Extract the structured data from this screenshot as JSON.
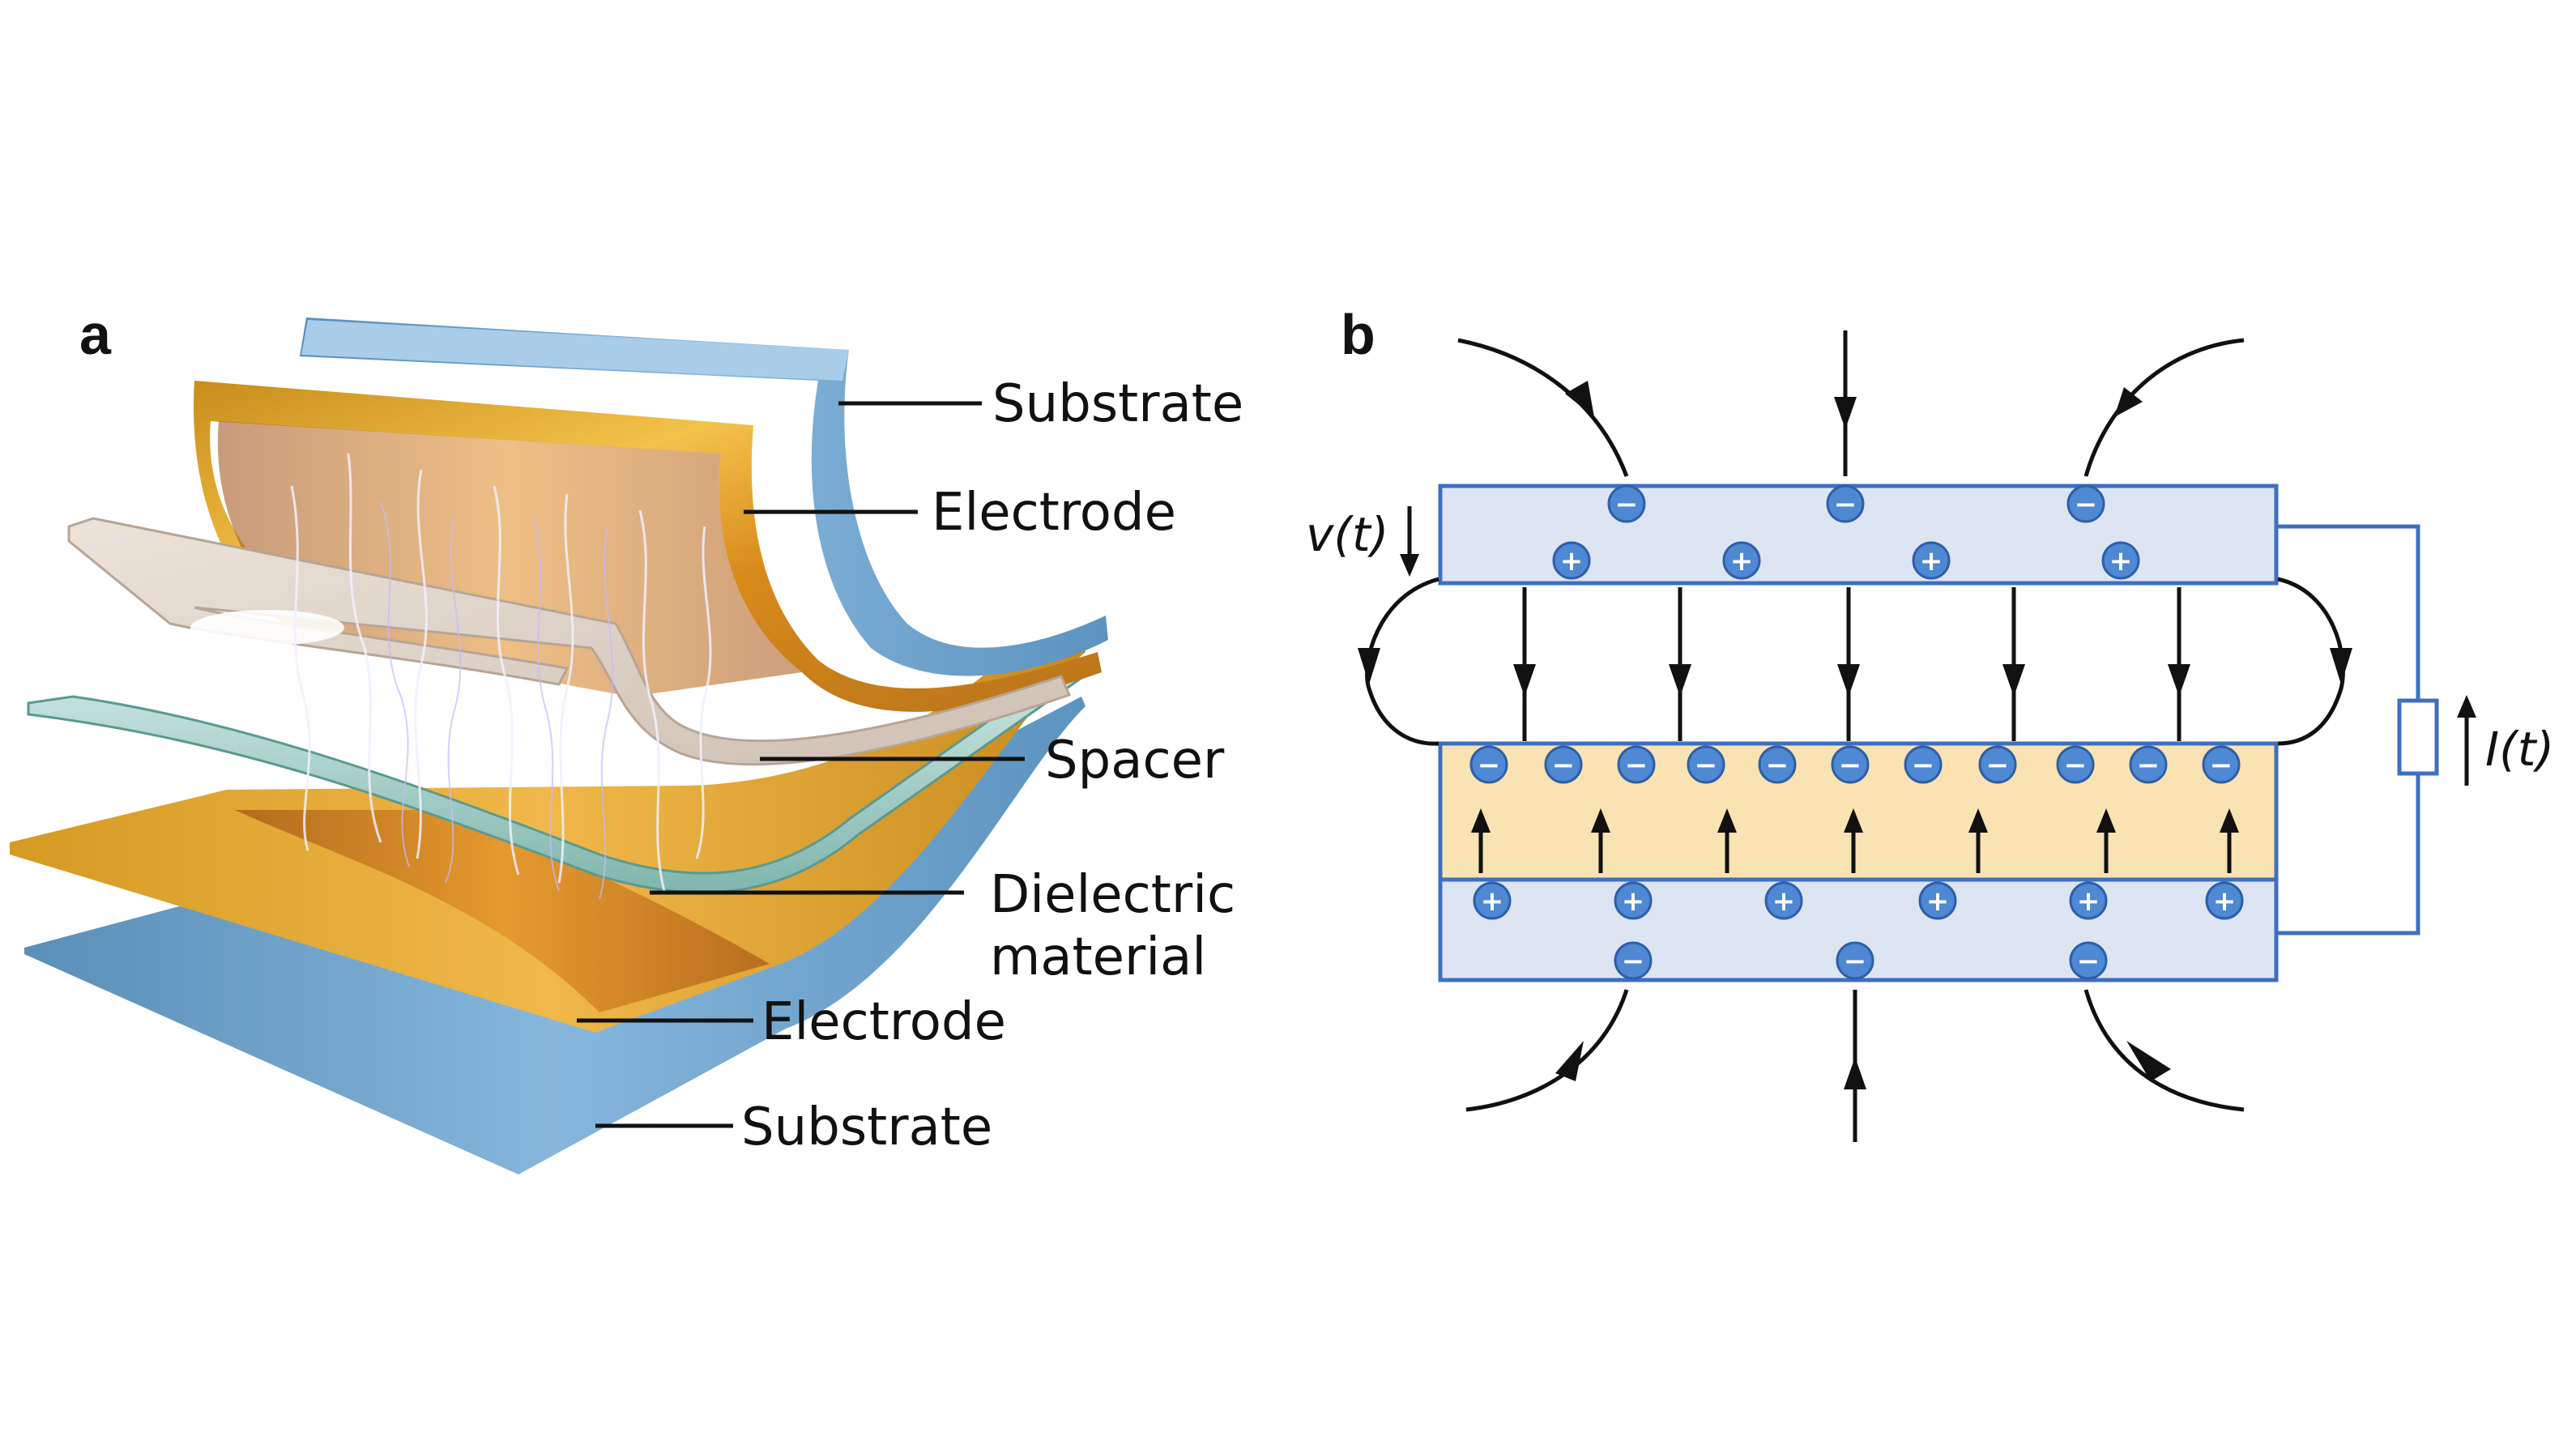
{
  "panel_a": {
    "letter": "a",
    "labels": {
      "substrate_top": "Substrate",
      "electrode_top": "Electrode",
      "spacer": "Spacer",
      "dielectric_line1": "Dielectric",
      "dielectric_line2": "material",
      "electrode_bottom": "Electrode",
      "substrate_bottom": "Substrate"
    }
  },
  "panel_b": {
    "letter": "b",
    "voltage_label": "v(t)",
    "current_label": "I(t)",
    "ion_signs": {
      "negative": "−",
      "positive": "+"
    },
    "colors": {
      "electrode_fill": "#dde5f3",
      "dielectric_fill": "#f9e3b2",
      "outline": "#3f6fc0",
      "ion": "#4f88d3",
      "arrow": "#111111"
    }
  }
}
